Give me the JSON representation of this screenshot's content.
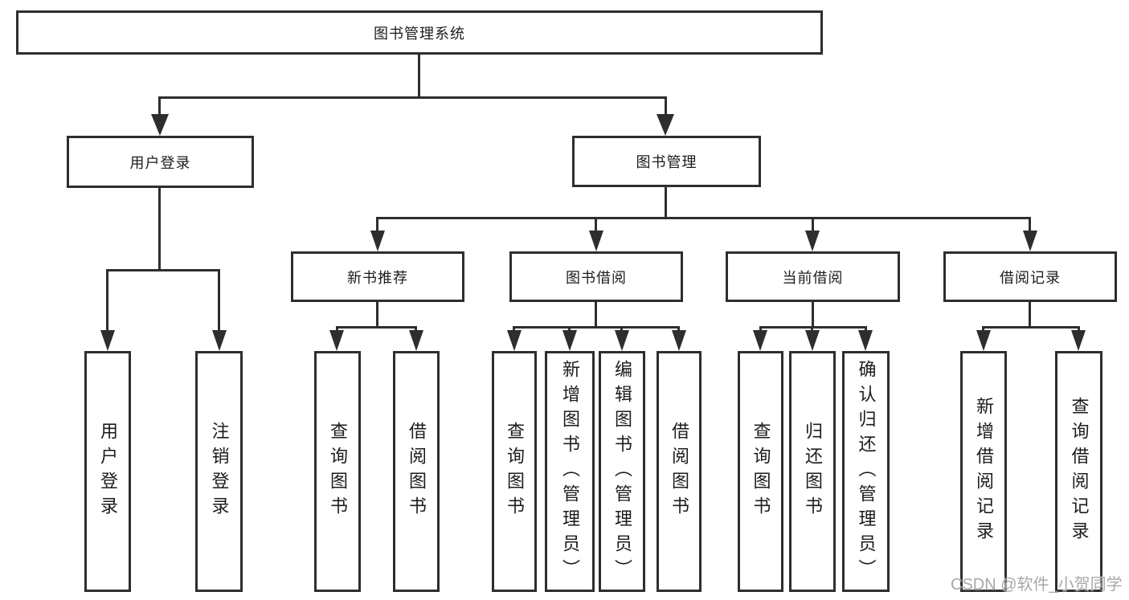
{
  "diagram": {
    "root": "图书管理系统",
    "branches": [
      {
        "label": "用户登录",
        "children": [
          "用户登录",
          "注销登录"
        ]
      },
      {
        "label": "图书管理",
        "groups": [
          {
            "label": "新书推荐",
            "children": [
              "查询图书",
              "借阅图书"
            ]
          },
          {
            "label": "图书借阅",
            "children": [
              "查询图书",
              "新增图书（管理员）",
              "编辑图书（管理员）",
              "借阅图书"
            ]
          },
          {
            "label": "当前借阅",
            "children": [
              "查询图书",
              "归还图书",
              "确认归还（管理员）"
            ]
          },
          {
            "label": "借阅记录",
            "children": [
              "新增借阅记录",
              "查询借阅记录"
            ]
          }
        ]
      }
    ]
  },
  "watermark": "CSDN @软件_小贺同学",
  "colors": {
    "line": "#2e2e2e",
    "text": "#1c1c1c",
    "background": "#ffffff",
    "watermark": "#a8a8a8"
  }
}
